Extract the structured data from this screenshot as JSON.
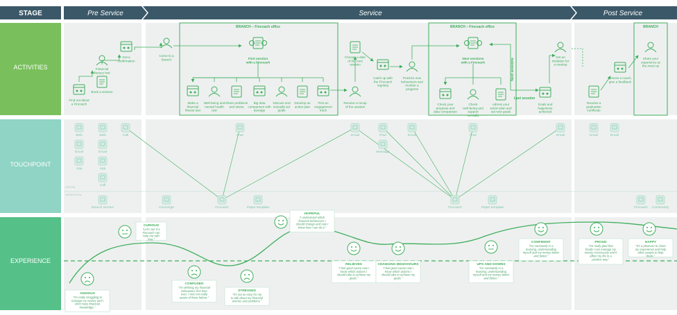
{
  "header": {
    "stage": "STAGE",
    "phases": [
      "Pre Service",
      "Service",
      "Post Service"
    ]
  },
  "rows": {
    "activities": "ACTIVITIES",
    "touchpoint": "TOUCHPOINT",
    "experience": "EXPERIENCE"
  },
  "branches": {
    "b1": "BRANCH – Fincoach office",
    "b2": "BRANCH – Fincoach office",
    "b3": "BRANCH"
  },
  "side_labels": {
    "next_sessions": "Next sessions",
    "last_session": "Last session"
  },
  "activities": [
    {
      "id": "a1",
      "label": "Find out about a Fincoach"
    },
    {
      "id": "a2",
      "label": "Financial literacy test"
    },
    {
      "id": "a3",
      "label": "Book a session"
    },
    {
      "id": "a4",
      "label": "Get a confirmation"
    },
    {
      "id": "a5",
      "label": "Come to a branch"
    },
    {
      "id": "a6",
      "label": "First session with a Fincoach"
    },
    {
      "id": "a7",
      "label": "Make a financial fitness test"
    },
    {
      "id": "a8",
      "label": "Well-being and mental health test"
    },
    {
      "id": "a9",
      "label": "Share problems and stress"
    },
    {
      "id": "a10",
      "label": "Big data comparison with average"
    },
    {
      "id": "a11",
      "label": "Discuss and mutually set goals"
    },
    {
      "id": "a12",
      "label": "Develop an action plan"
    },
    {
      "id": "a13",
      "label": "Pick an engagement track"
    },
    {
      "id": "a14",
      "label": "Receive a recap of the session"
    },
    {
      "id": "a15",
      "label": "Choose a date of the next session"
    },
    {
      "id": "a16",
      "label": "Catch up with the Fincoach regulary"
    },
    {
      "id": "a17",
      "label": "Practice new behaviours and monitor a progress"
    },
    {
      "id": "a18",
      "label": "Next sessions with a Fincoach"
    },
    {
      "id": "a19",
      "label": "Check your progress and data comparison"
    },
    {
      "id": "a20",
      "label": "Check well-being and support mentally"
    },
    {
      "id": "a21",
      "label": "Adress your action plan and set new goals"
    },
    {
      "id": "a22",
      "label": "Goals and happiness achieved"
    },
    {
      "id": "a23",
      "label": "Get an invitation for a meetup"
    },
    {
      "id": "a24",
      "label": "Receive a graduation certificate"
    },
    {
      "id": "a25",
      "label": "Review a coach, give a feedback"
    },
    {
      "id": "a26",
      "label": "Share your experience at the meet up"
    }
  ],
  "touchpoints": {
    "web": "Web",
    "email": "Email",
    "app": "App",
    "call": "Call",
    "ipad": "iPad",
    "message": "Message",
    "digital": "DIGITAL",
    "nondigital": "NONDIGITAL",
    "branch_service": "Branch service",
    "concierge": "Concierge",
    "fincoach": "Fincoach",
    "paper_template": "Paper template",
    "community": "Community"
  },
  "emotions": [
    {
      "id": "e1",
      "title": "ANXIOUS",
      "quote": "\"I'm really struggling to manage my money and I don't have financial knowledge.\""
    },
    {
      "id": "e2",
      "title": "CURIOUS",
      "quote": "\"Let's see if a Fincoach can help me with that.\""
    },
    {
      "id": "e3",
      "title": "CONFUSED",
      "quote": "\"I'm defining my financial behaviours first time ever. I was not really aware of them before.\""
    },
    {
      "id": "e4",
      "title": "STRESSED",
      "quote": "\"It's not as easy for my to talk about my financial worries and problems.\""
    },
    {
      "id": "e5",
      "title": "HOPEFUL",
      "quote": "\"I understood which financial behaviours I should change and now I know how I can do it.\""
    },
    {
      "id": "e6",
      "title": "RELIEVED",
      "quote": "\"I feel good cause now I know which actions I should take to achieve my goals.\""
    },
    {
      "id": "e7",
      "title": "CHANGING BEHAVIOURS",
      "quote": "\"I feel good cause now I know which actions I should take to achieve my goals.\""
    },
    {
      "id": "e8",
      "title": "UPS AND DOWNS",
      "quote": "\"I'm constantly in a learning, understanding myself and my money better and better.\""
    },
    {
      "id": "e9",
      "title": "CONFIDENT",
      "quote": "\"I'm constantly in a learning, understanding myself and my money better and better.\""
    },
    {
      "id": "e10",
      "title": "PROUD",
      "quote": "\"I'm really glad that finally I can manage my money consciously and it affect my life in a positive way.\""
    },
    {
      "id": "e11",
      "title": "HAPPY",
      "quote": "\"It's a pleasure to share my experience and help other people to help them.\""
    }
  ],
  "colors": {
    "header_navy": "#3b5868",
    "activities_green": "#79c05c",
    "touchpoint_teal": "#8fd4c4",
    "experience_green": "#55c088",
    "line_green": "#3dae5a",
    "panel_gray": "#eef0f0"
  }
}
